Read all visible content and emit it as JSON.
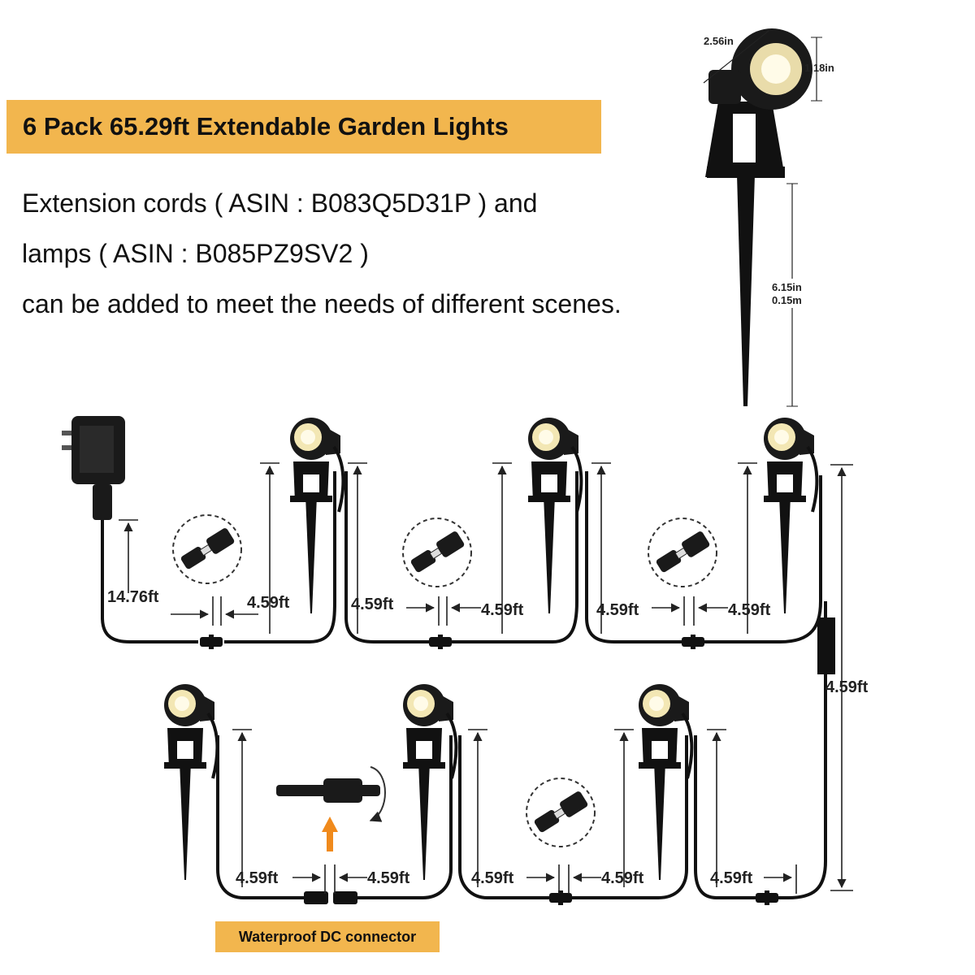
{
  "header": {
    "title": "6 Pack 65.29ft Extendable Garden Lights",
    "line1": "Extension cords ( ASIN : B083Q5D31P ) and",
    "line2": "lamps ( ASIN : B085PZ9SV2 )",
    "line3": "can be added to meet the needs of different scenes."
  },
  "dimensions": {
    "width": "2.56in",
    "height": "1.18in",
    "stake_in": "6.15in",
    "stake_m": "0.15m"
  },
  "cable_labels": {
    "first_run": "14.76ft",
    "segment": "4.59ft",
    "vertical": "4.59ft"
  },
  "connector_label": "Waterproof DC connector",
  "colors": {
    "banner": "#f2b64e",
    "cable": "#111111",
    "arrow": "#f08a1c"
  }
}
